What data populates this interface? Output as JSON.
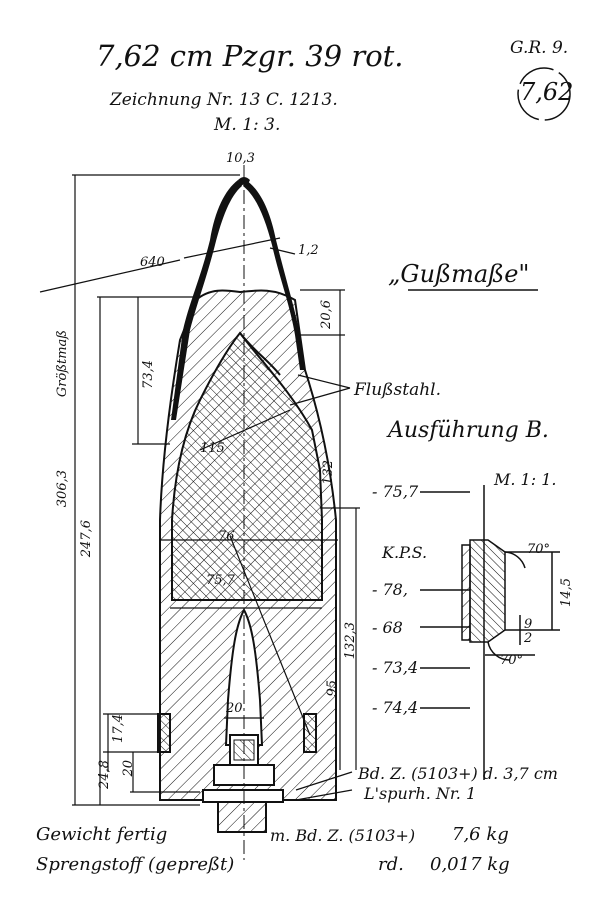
{
  "header": {
    "title": "7,62 cm Pzgr. 39 rot.",
    "drawing_no": "Zeichnung Nr. 13 C. 1213.",
    "scale": "M. 1: 3.",
    "ref_top": "G.R. 9.",
    "ref_circle": "7,62"
  },
  "notes": {
    "gussmasse": "„Gußmaße\"",
    "material": "Flußstahl.",
    "variant": "Ausführung B.",
    "detail_scale": "M. 1: 1."
  },
  "dims": {
    "d_103": "10,3",
    "d_640": "640",
    "d_12": "1,2",
    "d_206": "20,6",
    "d_734": "73,4",
    "d_115": "115",
    "d_3063": "306,3",
    "d_2476": "247,6",
    "d_132": "132",
    "d_76": "76",
    "d_757": "75,7",
    "d_1323": "132,3",
    "d_95": "95",
    "d_20": "20",
    "d_174": "17,4",
    "d_248": "24,8",
    "d_20b": "20",
    "gross_mass": "Größtmaß"
  },
  "detail": {
    "d1": "- 75,7",
    "kps": "K.P.S.",
    "d2": "- 78,",
    "d3": "- 68",
    "d4": "- 73,4",
    "d5": "- 74,4",
    "ang1": "70°",
    "ang2": "70°",
    "d145": "14,5",
    "d9": "9",
    "d2b": "2"
  },
  "callouts": {
    "fuze_base": "Bd. Z. (5103+) d. 3,7 cm",
    "tracer": "L'spurh. Nr. 1"
  },
  "footer": {
    "weight_label": "Gewicht fertig",
    "weight_ref": "m. Bd. Z. (5103+)",
    "weight_value": "7,6 kg",
    "charge_label": "Sprengstoff (gepreßt)",
    "charge_ref": "rd.",
    "charge_value": "0,017 kg"
  }
}
